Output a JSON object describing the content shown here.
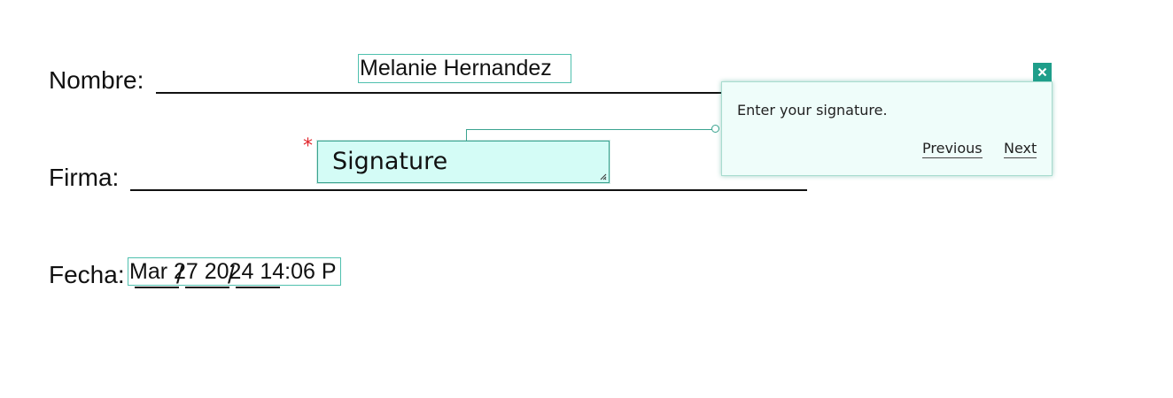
{
  "form": {
    "name_label": "Nombre:",
    "name_value": "Melanie Hernandez",
    "signature_label": "Firma:",
    "signature_value": "Signature",
    "signature_required_mark": "*",
    "date_label": "Fecha:",
    "date_value": "Mar 27 2024 14:06 P",
    "date_separators": [
      "/",
      "/"
    ]
  },
  "tooltip": {
    "message": "Enter your signature.",
    "previous_label": "Previous",
    "next_label": "Next",
    "close_icon": "close-icon"
  },
  "colors": {
    "field_border": "#4fc0ae",
    "signature_fill": "#d4fcf6",
    "popup_fill": "#effdfa",
    "close_button": "#1f9e8a",
    "required": "#e0262d"
  }
}
